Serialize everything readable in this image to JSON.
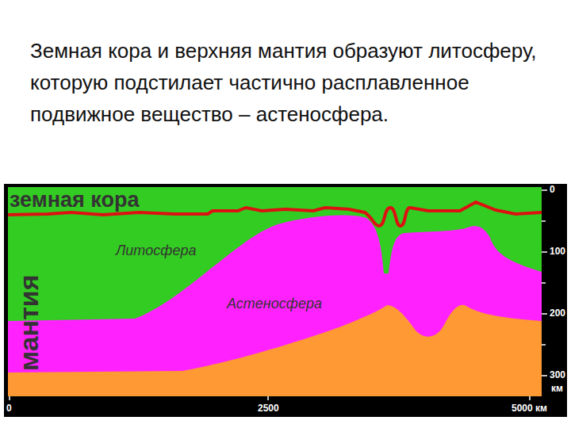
{
  "diagram": {
    "title": "Земная кора и верхняя мантия образуют литосферу, которую подстилает частично расплавленное подвижное вещество – астеносфера.",
    "labels": [
      "земная кора",
      "мантия",
      "Литосфера",
      "Астеносфера",
      "0",
      "100",
      "200",
      "300",
      "км",
      "0",
      "2500",
      "5000 км"
    ]
  }
}
